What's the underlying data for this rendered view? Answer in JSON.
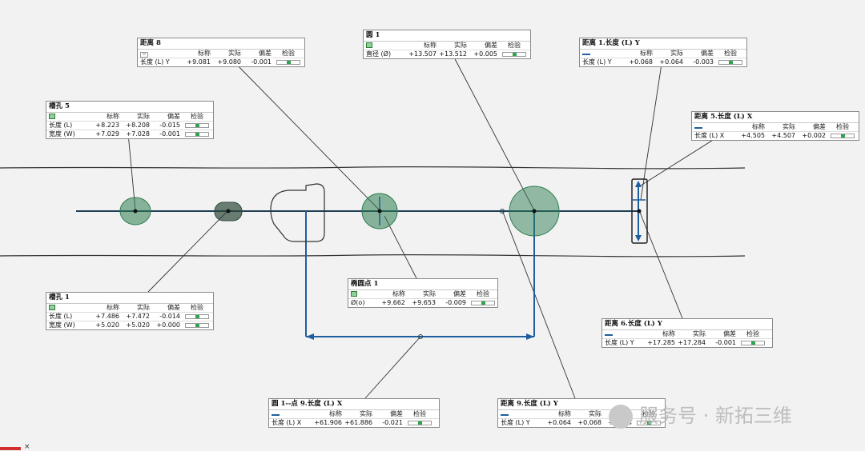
{
  "colors": {
    "background": "#f2f2f2",
    "feature_fill": "#2e7d52",
    "line": "#1f3f55",
    "dimension": "#1f5e9e",
    "pass": "#2ea44f"
  },
  "column_headers": {
    "nominal": "标称",
    "actual": "实际",
    "deviation": "偏差",
    "check": "检验"
  },
  "callouts": [
    {
      "id": "dist8",
      "title": "距离 8",
      "icon": "text-icon",
      "rows": [
        {
          "label": "长度 (L) Y",
          "nominal": "+9.081",
          "actual": "+9.080",
          "deviation": "-0.001"
        }
      ]
    },
    {
      "id": "circle1",
      "title": "圆 1",
      "icon": "circle-feature-icon",
      "rows": [
        {
          "label": "直径 (Ø)",
          "nominal": "+13.507",
          "actual": "+13.512",
          "deviation": "+0.005"
        }
      ]
    },
    {
      "id": "dist1",
      "title": "距离 1.长度 (L) Y",
      "icon": "distance-icon",
      "rows": [
        {
          "label": "长度 (L) Y",
          "nominal": "+0.068",
          "actual": "+0.064",
          "deviation": "-0.003"
        }
      ]
    },
    {
      "id": "slot5",
      "title": "槽孔 5",
      "icon": "slot-feature-icon",
      "rows": [
        {
          "label": "长度 (L)",
          "nominal": "+8.223",
          "actual": "+8.208",
          "deviation": "-0.015"
        },
        {
          "label": "宽度 (W)",
          "nominal": "+7.029",
          "actual": "+7.028",
          "deviation": "-0.001"
        }
      ]
    },
    {
      "id": "dist5",
      "title": "距离 5.长度 (L) X",
      "icon": "distance-icon",
      "rows": [
        {
          "label": "长度 (L) X",
          "nominal": "+4.505",
          "actual": "+4.507",
          "deviation": "+0.002"
        }
      ]
    },
    {
      "id": "slot1",
      "title": "槽孔 1",
      "icon": "slot-feature-icon",
      "rows": [
        {
          "label": "长度 (L)",
          "nominal": "+7.486",
          "actual": "+7.472",
          "deviation": "-0.014"
        },
        {
          "label": "宽度 (W)",
          "nominal": "+5.020",
          "actual": "+5.020",
          "deviation": "+0.000"
        }
      ]
    },
    {
      "id": "ellipse1",
      "title": "椭圆点 1",
      "icon": "circle-feature-icon",
      "rows": [
        {
          "label": "Ø(o)",
          "nominal": "+9.662",
          "actual": "+9.653",
          "deviation": "-0.009"
        }
      ]
    },
    {
      "id": "dist6",
      "title": "距离 6.长度 (L) Y",
      "icon": "distance-icon",
      "rows": [
        {
          "label": "长度 (L) Y",
          "nominal": "+17.285",
          "actual": "+17.284",
          "deviation": "-0.001"
        }
      ]
    },
    {
      "id": "circle1pt9",
      "title": "圆 1--点 9.长度 (L) X",
      "icon": "distance-icon",
      "rows": [
        {
          "label": "长度 (L) X",
          "nominal": "+61.906",
          "actual": "+61.886",
          "deviation": "-0.021"
        }
      ]
    },
    {
      "id": "dist9",
      "title": "距离 9.长度 (L) Y",
      "icon": "distance-icon",
      "rows": [
        {
          "label": "长度 (L) Y",
          "nominal": "+0.064",
          "actual": "+0.068",
          "deviation": "+0.004"
        }
      ]
    }
  ],
  "watermark": {
    "text": "服务号 · 新拓三维"
  },
  "corner": {
    "close_glyph": "×"
  }
}
